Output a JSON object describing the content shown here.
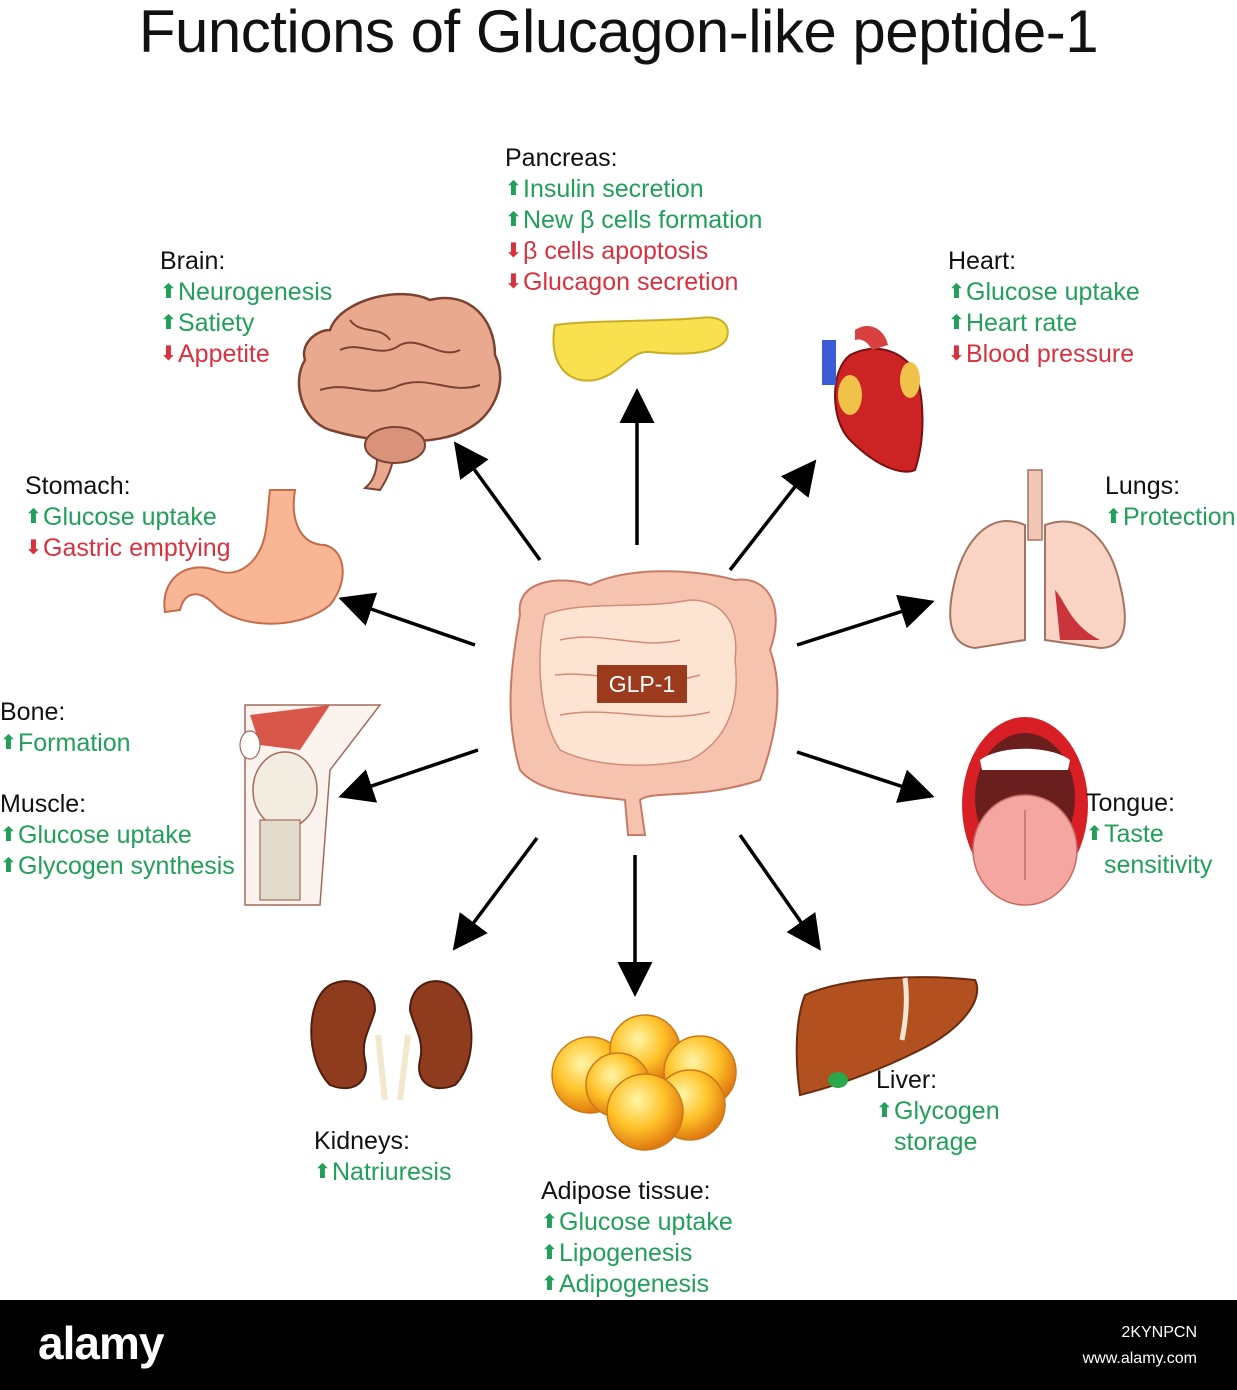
{
  "title": "Functions of Glucagon-like peptide-1",
  "center_label": "GLP-1",
  "organs": {
    "pancreas": {
      "name": "Pancreas:",
      "effects": [
        {
          "dir": "up",
          "text": "Insulin secretion"
        },
        {
          "dir": "up",
          "text": "New β cells formation"
        },
        {
          "dir": "down",
          "text": "β cells apoptosis"
        },
        {
          "dir": "down",
          "text": "Glucagon secretion"
        }
      ]
    },
    "brain": {
      "name": "Brain:",
      "effects": [
        {
          "dir": "up",
          "text": "Neurogenesis"
        },
        {
          "dir": "up",
          "text": "Satiety"
        },
        {
          "dir": "down",
          "text": "Appetite"
        }
      ]
    },
    "heart": {
      "name": "Heart:",
      "effects": [
        {
          "dir": "up",
          "text": "Glucose uptake"
        },
        {
          "dir": "up",
          "text": "Heart rate"
        },
        {
          "dir": "down",
          "text": "Blood pressure"
        }
      ]
    },
    "stomach": {
      "name": "Stomach:",
      "effects": [
        {
          "dir": "up",
          "text": "Glucose uptake"
        },
        {
          "dir": "down",
          "text": "Gastric emptying"
        }
      ]
    },
    "lungs": {
      "name": "Lungs:",
      "effects": [
        {
          "dir": "up",
          "text": "Protection"
        }
      ]
    },
    "bone": {
      "name": "Bone:",
      "effects": [
        {
          "dir": "up",
          "text": "Formation"
        }
      ]
    },
    "muscle": {
      "name": "Muscle:",
      "effects": [
        {
          "dir": "up",
          "text": "Glucose uptake"
        },
        {
          "dir": "up",
          "text": "Glycogen synthesis"
        }
      ]
    },
    "tongue": {
      "name": "Tongue:",
      "effects": [
        {
          "dir": "up",
          "text": "Taste"
        },
        {
          "dir": "none",
          "text": "sensitivity"
        }
      ]
    },
    "kidneys": {
      "name": "Kidneys:",
      "effects": [
        {
          "dir": "up",
          "text": "Natriuresis"
        }
      ]
    },
    "adipose": {
      "name": "Adipose tissue:",
      "effects": [
        {
          "dir": "up",
          "text": "Glucose uptake"
        },
        {
          "dir": "up",
          "text": "Lipogenesis"
        },
        {
          "dir": "up",
          "text": "Adipogenesis"
        }
      ]
    },
    "liver": {
      "name": "Liver:",
      "effects": [
        {
          "dir": "up",
          "text": "Glycogen"
        },
        {
          "dir": "none",
          "text": "storage"
        }
      ]
    }
  },
  "arrow_glyphs": {
    "up": "⬆",
    "down": "⬇"
  },
  "colors": {
    "up": "#22a05a",
    "down": "#d9323f",
    "glp_box": "#9c3a1e"
  },
  "footer": {
    "logo": "alamy",
    "image_id": "2KYNPCN",
    "url": "www.alamy.com"
  }
}
